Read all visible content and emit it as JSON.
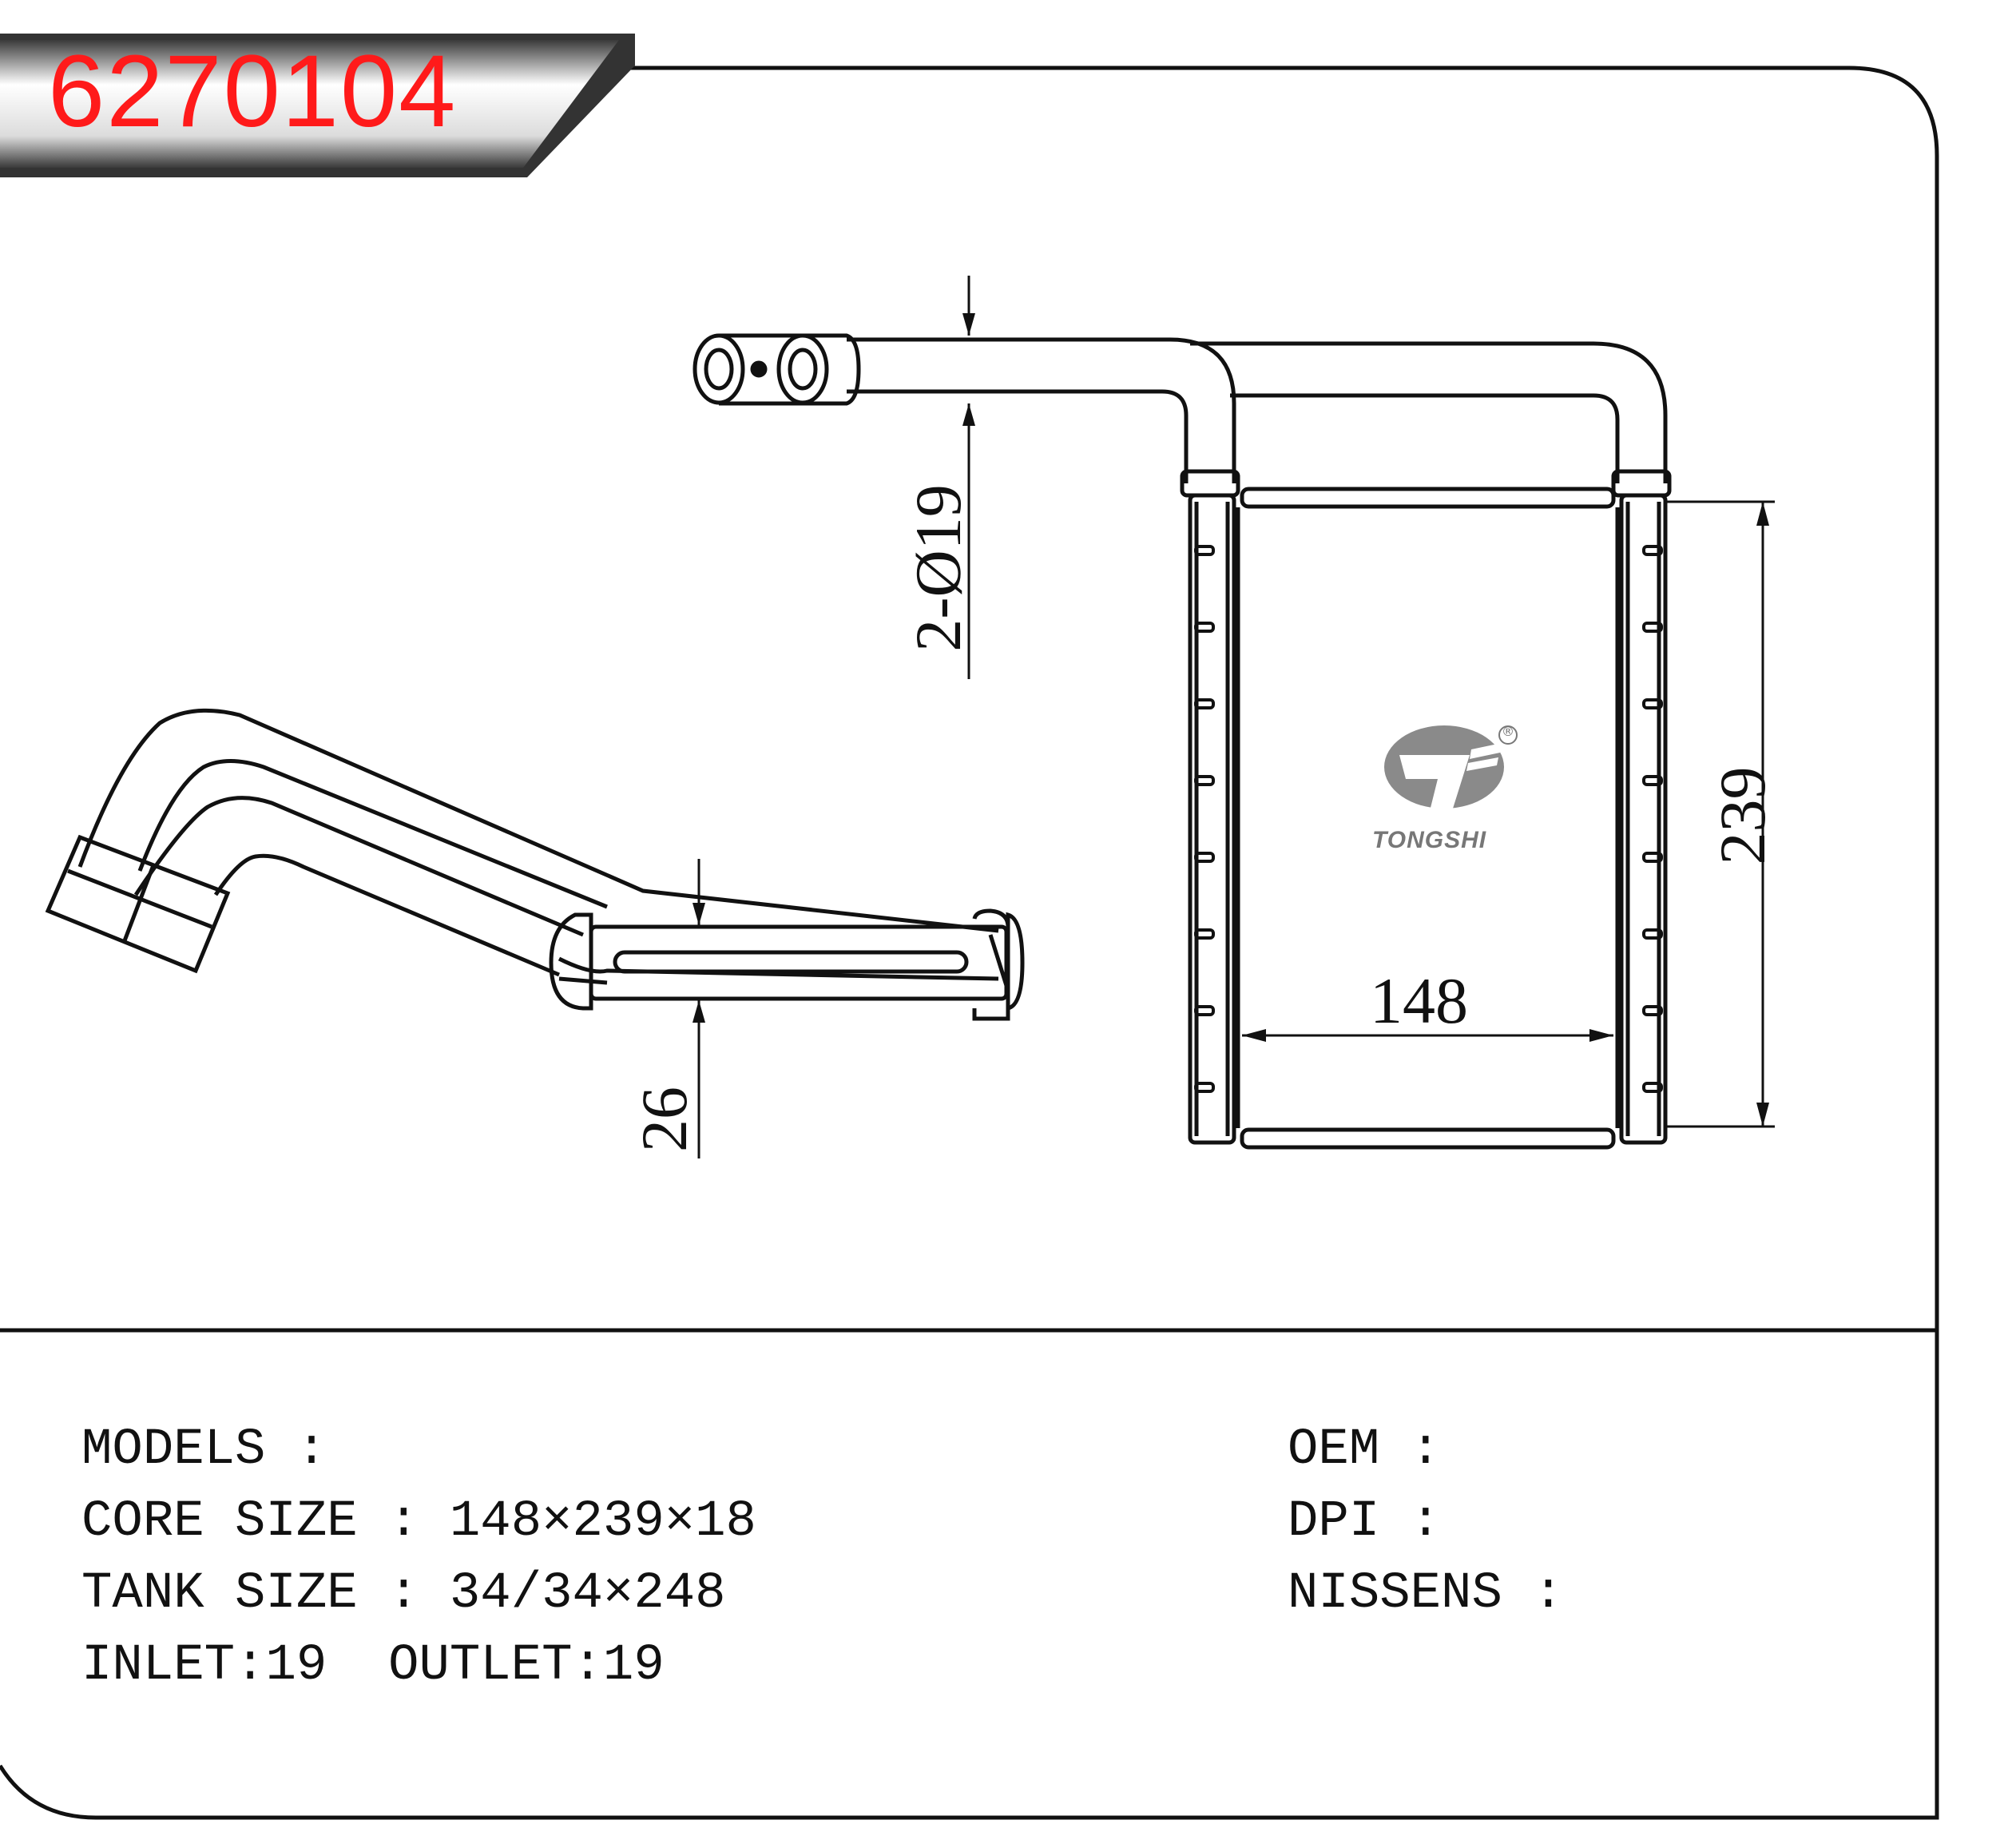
{
  "header": {
    "part_number": "6270104",
    "accent_color": "#ff1a1a"
  },
  "drawing": {
    "dimensions": {
      "pipe_diameter": "2-Ø19",
      "core_width": "148",
      "core_height": "239",
      "core_depth": "26"
    },
    "logo": {
      "brand": "TONGSHI",
      "registered_mark": "®"
    }
  },
  "specs": {
    "models": "MODELS :",
    "core_size": "CORE SIZE : 148×239×18",
    "tank_size": "TANK SIZE : 34/34×248",
    "inlet_outlet": "INLET:19  OUTLET:19",
    "oem": "OEM :",
    "dpi": "DPI :",
    "nissens": "NISSENS :"
  }
}
